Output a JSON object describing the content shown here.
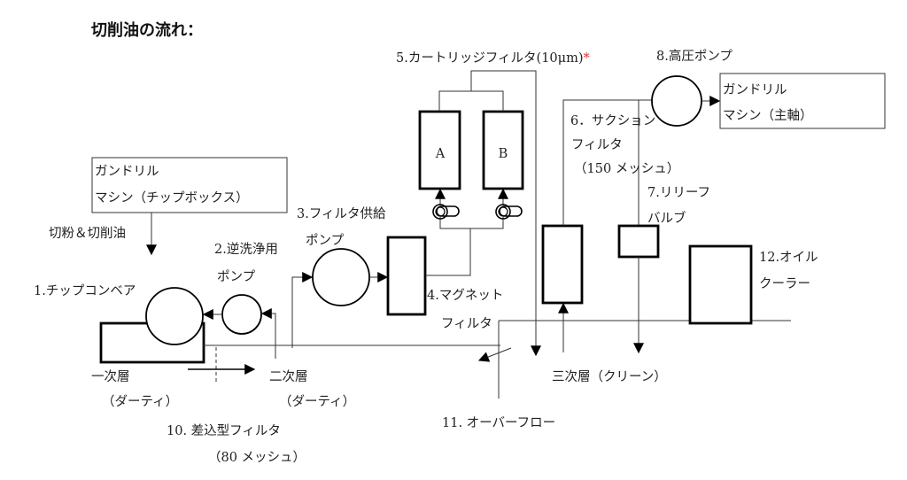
{
  "title": "切削油の流れ：",
  "chip_machine": {
    "line1": "ガンドリル",
    "line2": "マシン（チップボックス）"
  },
  "chips_label": "切粉＆切削油",
  "conveyor_label": "1.チップコンベア",
  "backwash_pump": {
    "line1": "2.逆洗浄用",
    "line2": "ポンプ"
  },
  "feed_pump": {
    "line1": "3.フィルタ供給",
    "line2": "ポンプ"
  },
  "magnet_filter": {
    "line1": "4.マグネット",
    "line2": "フィルタ"
  },
  "cartridge_filter": {
    "label": "5.カートリッジフィルタ(10μm)",
    "asterisk": "*",
    "a": "A",
    "b": "B"
  },
  "suction_filter": {
    "line1": "6．サクション",
    "line2": "フィルタ",
    "line3": "（150 メッシュ）"
  },
  "relief_valve": {
    "line1": "7.リリーフ",
    "line2": "バルブ"
  },
  "high_pressure_pump": "8.高圧ポンプ",
  "spindle_machine": {
    "line1": "ガンドリル",
    "line2": "マシン（主軸）"
  },
  "primary_tank": {
    "line1": "一次層",
    "line2": "（ダーティ）"
  },
  "secondary_tank": {
    "line1": "二次層",
    "line2": "（ダーティ）"
  },
  "plug_filter": {
    "line1": "10. 差込型フィルタ",
    "line2": "（80 メッシュ）"
  },
  "overflow": "11. オーバーフロー",
  "oil_cooler": {
    "line1": "12.オイル",
    "line2": "クーラー"
  },
  "tertiary_tank": "三次層（クリーン）",
  "colors": {
    "asterisk": "#e03030"
  }
}
